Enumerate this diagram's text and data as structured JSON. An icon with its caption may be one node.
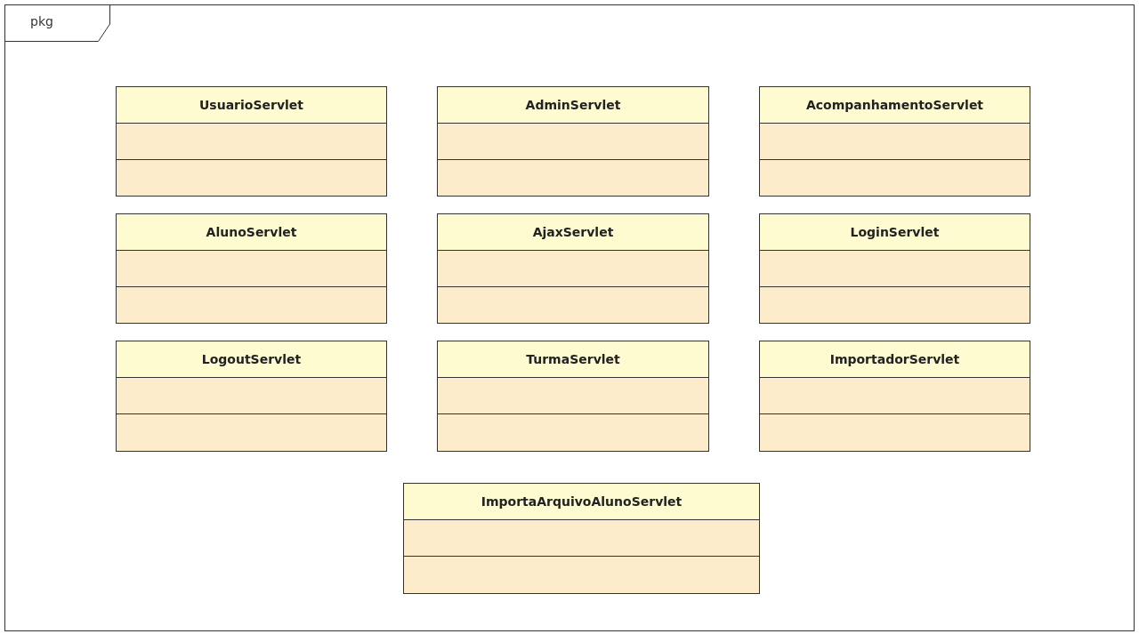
{
  "diagram": {
    "nodes": [
      {
        "text": [
          "pkg"
        ]
      },
      {
        "text": [
          "UsuarioServlet"
        ],
        "in": 0
      },
      {
        "text": [
          "AdminServlet"
        ],
        "in": 0
      },
      {
        "text": [
          "AcompanhamentoServlet"
        ],
        "in": 0
      },
      {
        "text": [
          "AlunoServlet"
        ],
        "in": 0
      },
      {
        "text": [
          "AjaxServlet"
        ],
        "in": 0
      },
      {
        "text": [
          "LoginServlet"
        ],
        "in": 0
      },
      {
        "text": [
          "LogoutServlet"
        ],
        "in": 0
      },
      {
        "text": [
          "TurmaServlet"
        ],
        "in": 0
      },
      {
        "text": [
          "ImportadorServlet"
        ],
        "in": 0
      },
      {
        "text": [
          "ImportaArquivoAlunoServlet"
        ],
        "in": 0
      }
    ]
  }
}
